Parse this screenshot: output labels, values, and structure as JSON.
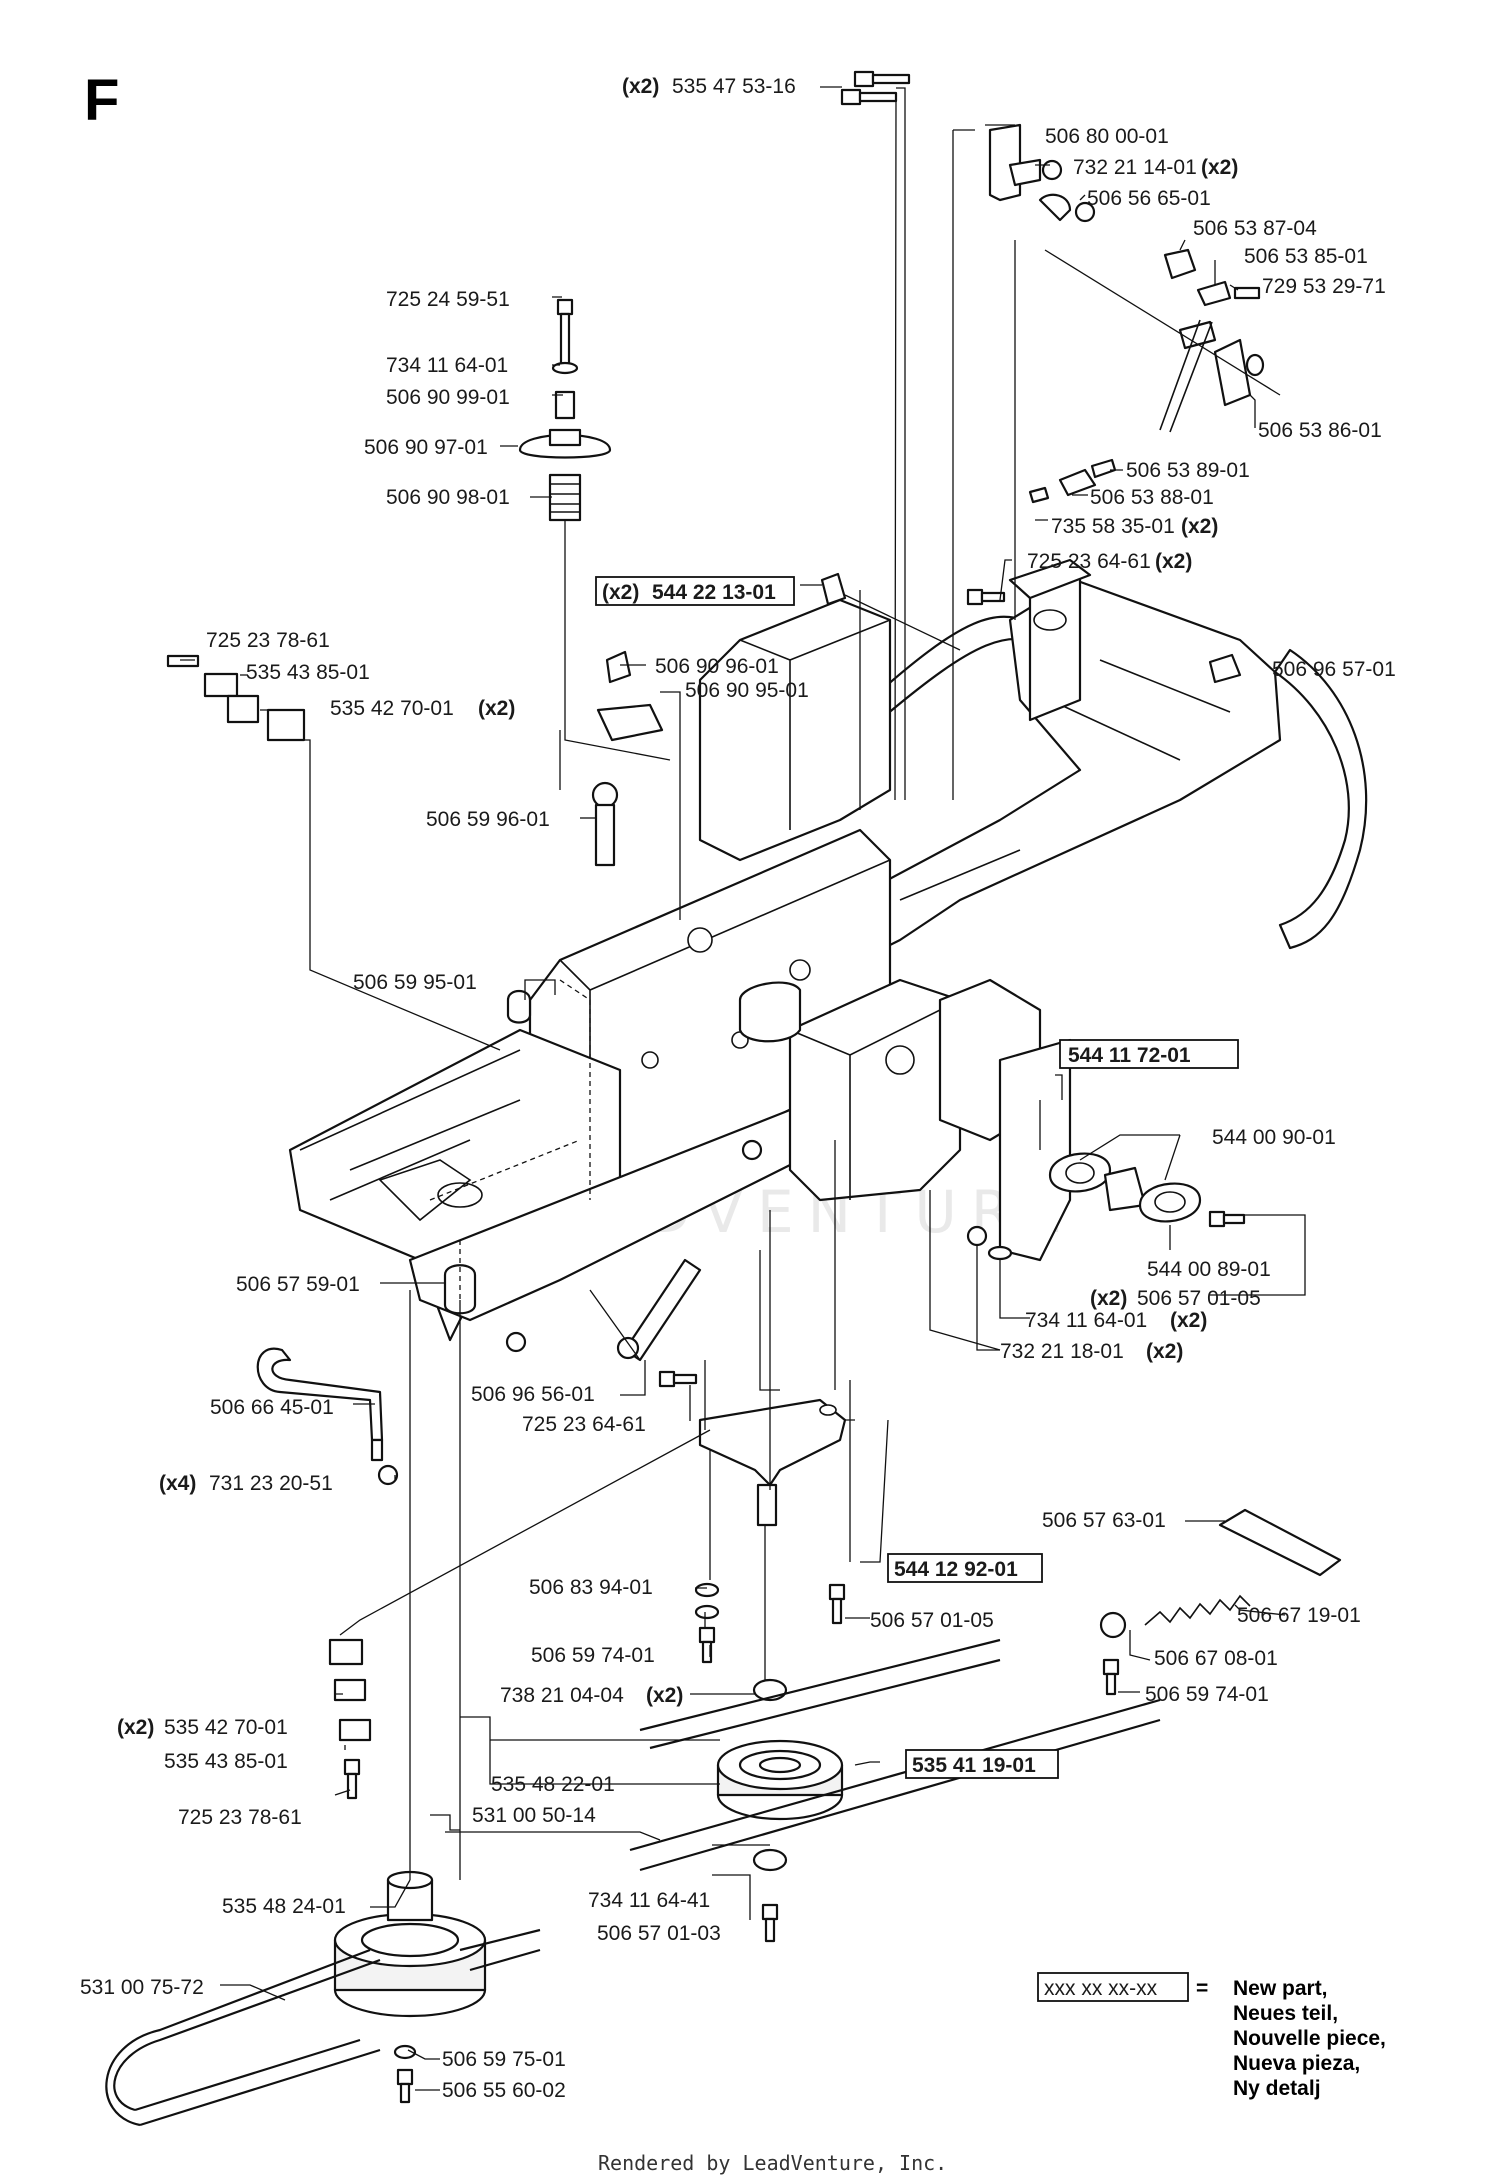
{
  "page": {
    "section_letter": "F",
    "footer": "Rendered by LeadVenture, Inc.",
    "watermark": "LEADVENTURE"
  },
  "labels": [
    {
      "id": "l01",
      "prefix": "(x2)",
      "number": "535 47 53-16",
      "suffix": "",
      "boxed": false
    },
    {
      "id": "l02",
      "prefix": "",
      "number": "506 80 00-01",
      "suffix": "",
      "boxed": false
    },
    {
      "id": "l03",
      "prefix": "",
      "number": "732 21 14-01",
      "suffix": "(x2)",
      "boxed": false
    },
    {
      "id": "l04",
      "prefix": "",
      "number": "506 56 65-01",
      "suffix": "",
      "boxed": false
    },
    {
      "id": "l05",
      "prefix": "",
      "number": "506 53 87-04",
      "suffix": "",
      "boxed": false
    },
    {
      "id": "l06",
      "prefix": "",
      "number": "506 53 85-01",
      "suffix": "",
      "boxed": false
    },
    {
      "id": "l07",
      "prefix": "",
      "number": "729 53 29-71",
      "suffix": "",
      "boxed": false
    },
    {
      "id": "l08",
      "prefix": "",
      "number": "725 24 59-51",
      "suffix": "",
      "boxed": false
    },
    {
      "id": "l09",
      "prefix": "",
      "number": "734 11 64-01",
      "suffix": "",
      "boxed": false
    },
    {
      "id": "l10",
      "prefix": "",
      "number": "506 90 99-01",
      "suffix": "",
      "boxed": false
    },
    {
      "id": "l11",
      "prefix": "",
      "number": "506 90 97-01",
      "suffix": "",
      "boxed": false
    },
    {
      "id": "l12",
      "prefix": "",
      "number": "506 53 86-01",
      "suffix": "",
      "boxed": false
    },
    {
      "id": "l13",
      "prefix": "",
      "number": "506 53 89-01",
      "suffix": "",
      "boxed": false
    },
    {
      "id": "l14",
      "prefix": "",
      "number": "506 90 98-01",
      "suffix": "",
      "boxed": false
    },
    {
      "id": "l15",
      "prefix": "",
      "number": "506 53 88-01",
      "suffix": "",
      "boxed": false
    },
    {
      "id": "l16",
      "prefix": "",
      "number": "735 58 35-01",
      "suffix": "(x2)",
      "boxed": false
    },
    {
      "id": "l17",
      "prefix": "",
      "number": "725 23 64-61",
      "suffix": "(x2)",
      "boxed": false
    },
    {
      "id": "l18",
      "prefix": "(x2)",
      "number": "544 22 13-01",
      "suffix": "",
      "boxed": true
    },
    {
      "id": "l19",
      "prefix": "",
      "number": "725 23 78-61",
      "suffix": "",
      "boxed": false
    },
    {
      "id": "l20",
      "prefix": "",
      "number": "506 90 96-01",
      "suffix": "",
      "boxed": false
    },
    {
      "id": "l21",
      "prefix": "",
      "number": "506 96 57-01",
      "suffix": "",
      "boxed": false
    },
    {
      "id": "l22",
      "prefix": "",
      "number": "535 43 85-01",
      "suffix": "",
      "boxed": false
    },
    {
      "id": "l23",
      "prefix": "",
      "number": "506 90 95-01",
      "suffix": "",
      "boxed": false
    },
    {
      "id": "l24",
      "prefix": "",
      "number": "535 42 70-01",
      "suffix": "(x2)",
      "boxed": false
    },
    {
      "id": "l25",
      "prefix": "",
      "number": "506 59 96-01",
      "suffix": "",
      "boxed": false
    },
    {
      "id": "l26",
      "prefix": "",
      "number": "506 59 95-01",
      "suffix": "",
      "boxed": false
    },
    {
      "id": "l27",
      "prefix": "",
      "number": "544 11 72-01",
      "suffix": "",
      "boxed": true
    },
    {
      "id": "l28",
      "prefix": "",
      "number": "544 00 90-01",
      "suffix": "",
      "boxed": false
    },
    {
      "id": "l29",
      "prefix": "",
      "number": "544 00 89-01",
      "suffix": "",
      "boxed": false
    },
    {
      "id": "l30",
      "prefix": "(x2)",
      "number": "506 57 01-05",
      "suffix": "",
      "boxed": false
    },
    {
      "id": "l31",
      "prefix": "",
      "number": "506 57 59-01",
      "suffix": "",
      "boxed": false
    },
    {
      "id": "l32",
      "prefix": "",
      "number": "734 11 64-01",
      "suffix": "(x2)",
      "boxed": false
    },
    {
      "id": "l33",
      "prefix": "",
      "number": "732 21 18-01",
      "suffix": "(x2)",
      "boxed": false
    },
    {
      "id": "l34",
      "prefix": "",
      "number": "506 96 56-01",
      "suffix": "",
      "boxed": false
    },
    {
      "id": "l35",
      "prefix": "",
      "number": "725 23 64-61",
      "suffix": "",
      "boxed": false
    },
    {
      "id": "l36",
      "prefix": "",
      "number": "506 66 45-01",
      "suffix": "",
      "boxed": false
    },
    {
      "id": "l37",
      "prefix": "(x4)",
      "number": "731 23 20-51",
      "suffix": "",
      "boxed": false
    },
    {
      "id": "l38",
      "prefix": "",
      "number": "506 57 63-01",
      "suffix": "",
      "boxed": false
    },
    {
      "id": "l39",
      "prefix": "",
      "number": "544 12 92-01",
      "suffix": "",
      "boxed": true
    },
    {
      "id": "l40",
      "prefix": "",
      "number": "506 83 94-01",
      "suffix": "",
      "boxed": false
    },
    {
      "id": "l41",
      "prefix": "",
      "number": "506 57 01-05",
      "suffix": "",
      "boxed": false
    },
    {
      "id": "l42",
      "prefix": "",
      "number": "506 67 19-01",
      "suffix": "",
      "boxed": false
    },
    {
      "id": "l43",
      "prefix": "",
      "number": "506 59 74-01",
      "suffix": "",
      "boxed": false
    },
    {
      "id": "l44",
      "prefix": "",
      "number": "506 67 08-01",
      "suffix": "",
      "boxed": false
    },
    {
      "id": "l45",
      "prefix": "",
      "number": "738 21 04-04",
      "suffix": "(x2)",
      "boxed": false
    },
    {
      "id": "l46",
      "prefix": "",
      "number": "506 59 74-01",
      "suffix": "",
      "boxed": false
    },
    {
      "id": "l47",
      "prefix": "(x2)",
      "number": "535 42 70-01",
      "suffix": "",
      "boxed": false
    },
    {
      "id": "l48",
      "prefix": "",
      "number": "535 43 85-01",
      "suffix": "",
      "boxed": false
    },
    {
      "id": "l49",
      "prefix": "",
      "number": "535 41 19-01",
      "suffix": "",
      "boxed": true
    },
    {
      "id": "l50",
      "prefix": "",
      "number": "535 48 22-01",
      "suffix": "",
      "boxed": false
    },
    {
      "id": "l51",
      "prefix": "",
      "number": "725 23 78-61",
      "suffix": "",
      "boxed": false
    },
    {
      "id": "l52",
      "prefix": "",
      "number": "531 00 50-14",
      "suffix": "",
      "boxed": false
    },
    {
      "id": "l53",
      "prefix": "",
      "number": "535 48 24-01",
      "suffix": "",
      "boxed": false
    },
    {
      "id": "l54",
      "prefix": "",
      "number": "734 11 64-41",
      "suffix": "",
      "boxed": false
    },
    {
      "id": "l55",
      "prefix": "",
      "number": "506 57 01-03",
      "suffix": "",
      "boxed": false
    },
    {
      "id": "l56",
      "prefix": "",
      "number": "531 00 75-72",
      "suffix": "",
      "boxed": false
    },
    {
      "id": "l57",
      "prefix": "",
      "number": "506 59 75-01",
      "suffix": "",
      "boxed": false
    },
    {
      "id": "l58",
      "prefix": "",
      "number": "506 55 60-02",
      "suffix": "",
      "boxed": false
    }
  ],
  "legend": {
    "sample": "xxx xx xx-xx",
    "equals": "=",
    "lines": [
      "New part,",
      "Neues teil,",
      "Nouvelle piece,",
      "Nueva pieza,",
      "Ny detalj"
    ]
  }
}
